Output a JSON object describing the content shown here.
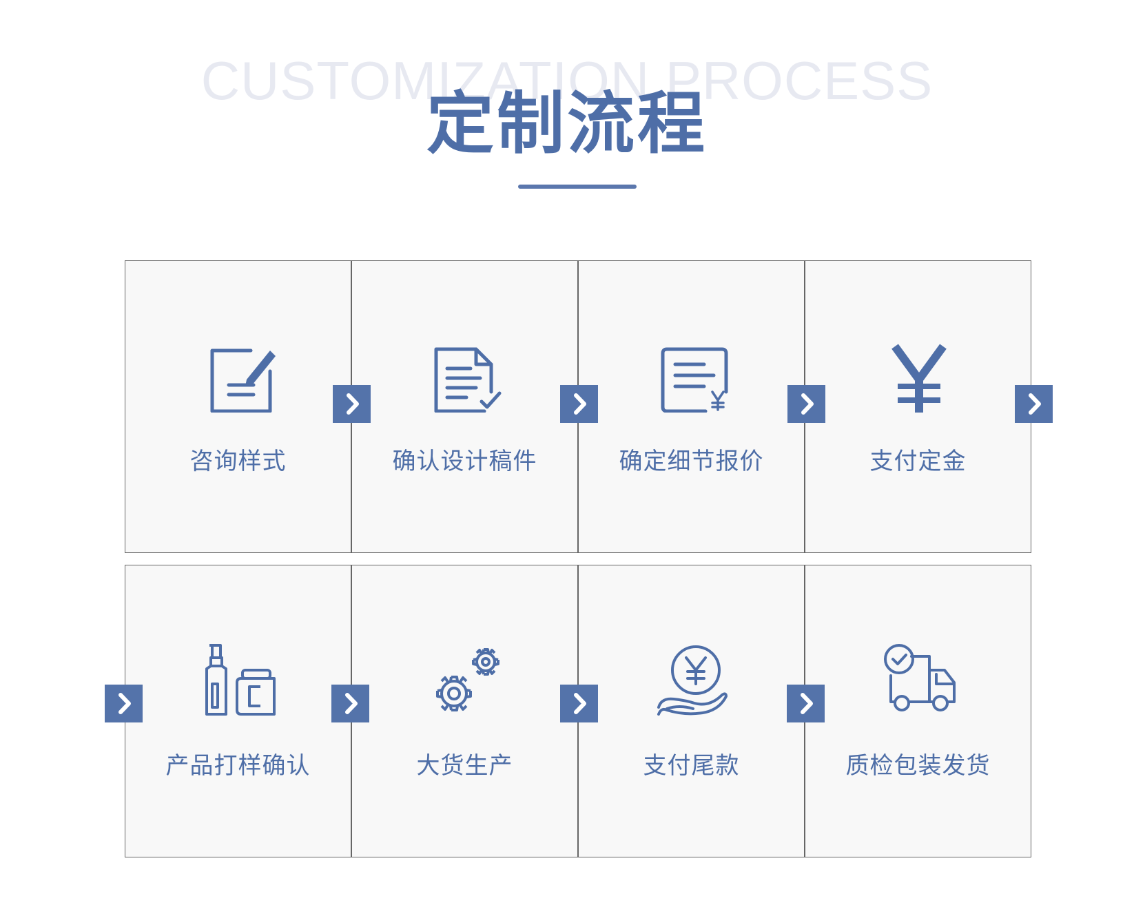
{
  "header": {
    "title_en": "CUSTOMIZATION PROCESS",
    "title_cn": "定制流程"
  },
  "colors": {
    "accent": "#4e6ea7",
    "arrow_bg": "#5473aa",
    "cell_bg": "#f8f8f8"
  },
  "steps": [
    {
      "label": "咨询样式",
      "icon": "edit-document-icon"
    },
    {
      "label": "确认设计稿件",
      "icon": "document-check-icon"
    },
    {
      "label": "确定细节报价",
      "icon": "quote-document-icon"
    },
    {
      "label": "支付定金",
      "icon": "yen-icon"
    },
    {
      "label": "产品打样确认",
      "icon": "bottle-jar-icon"
    },
    {
      "label": "大货生产",
      "icon": "gears-icon"
    },
    {
      "label": "支付尾款",
      "icon": "yen-hand-icon"
    },
    {
      "label": "质检包装发货",
      "icon": "delivery-truck-icon"
    }
  ]
}
